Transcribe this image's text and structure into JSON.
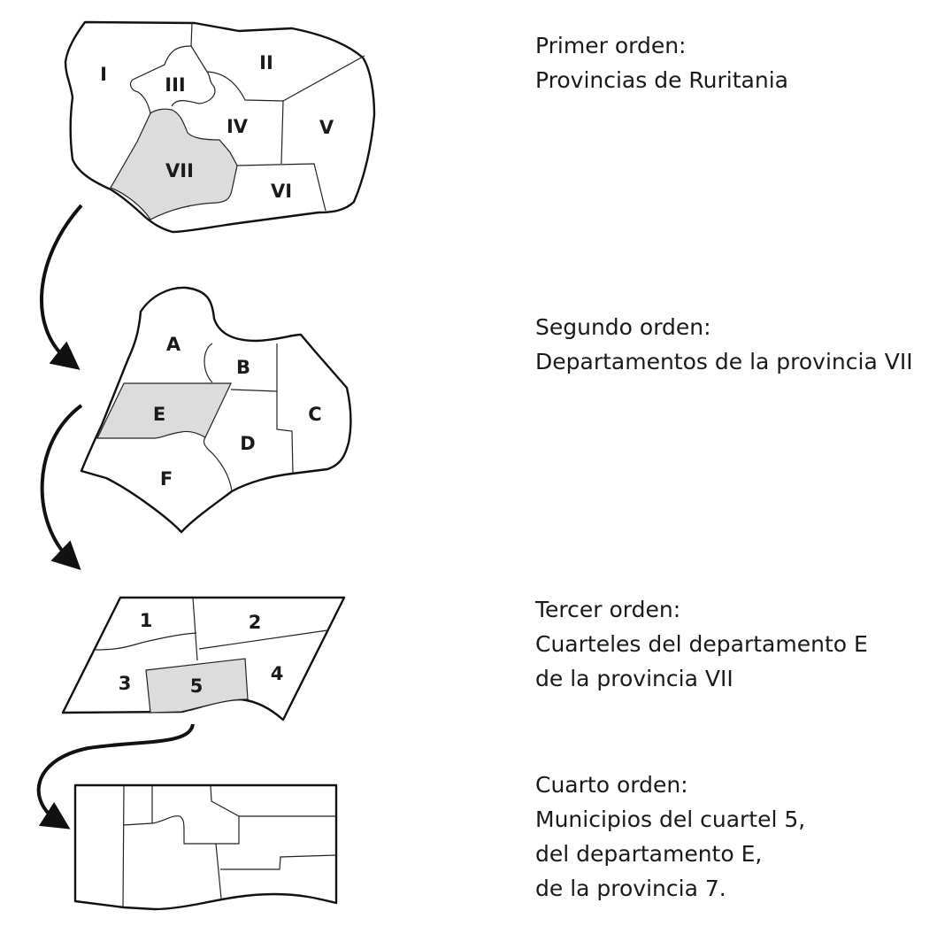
{
  "level1": {
    "caption": [
      "Primer orden:",
      "Provincias de Ruritania"
    ],
    "regions": [
      "I",
      "II",
      "III",
      "IV",
      "V",
      "VI",
      "VII"
    ],
    "highlighted": "VII"
  },
  "level2": {
    "caption": [
      "Segundo orden:",
      "Departamentos de la provincia VII"
    ],
    "regions": [
      "A",
      "B",
      "C",
      "D",
      "E",
      "F"
    ],
    "highlighted": "E"
  },
  "level3": {
    "caption": [
      "Tercer orden:",
      "Cuarteles del departamento E",
      "de la provincia VII"
    ],
    "regions": [
      "1",
      "2",
      "3",
      "4",
      "5"
    ],
    "highlighted": "5"
  },
  "level4": {
    "caption": [
      "Cuarto orden:",
      "Municipios del cuartel 5,",
      "del departamento E,",
      "de la provincia 7."
    ]
  },
  "colors": {
    "highlight": "#dcdcdc",
    "line": "#111111"
  }
}
